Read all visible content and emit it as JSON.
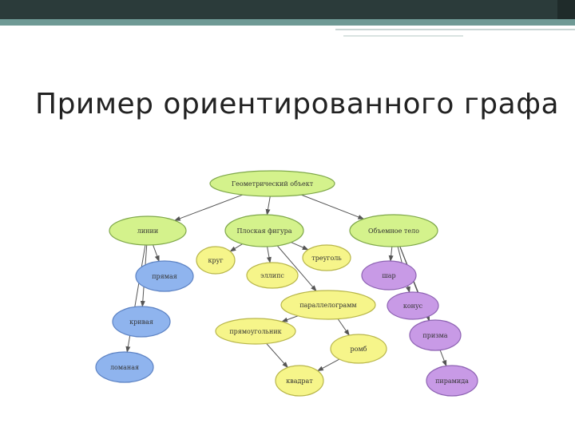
{
  "slide": {
    "title": "Пример ориентированного графа"
  },
  "colors": {
    "green": "#d4f28c",
    "yellow": "#f6f58a",
    "blue": "#8fb4ee",
    "purple": "#c89ae6",
    "stroke_green": "#7fa84a",
    "stroke_yellow": "#b8b64a",
    "stroke_blue": "#5d83c4",
    "stroke_purple": "#8e63b3",
    "arrow": "#555555"
  },
  "graph": {
    "nodes": [
      {
        "id": "geom",
        "label": "Геометрический объект",
        "color": "green"
      },
      {
        "id": "line",
        "label": "линии",
        "color": "green"
      },
      {
        "id": "flat",
        "label": "Плоская фигура",
        "color": "green"
      },
      {
        "id": "volume",
        "label": "Объемное тело",
        "color": "green"
      },
      {
        "id": "straight",
        "label": "прямая",
        "color": "blue"
      },
      {
        "id": "curve",
        "label": "кривая",
        "color": "blue"
      },
      {
        "id": "broken",
        "label": "ломаная",
        "color": "blue"
      },
      {
        "id": "circle",
        "label": "круг",
        "color": "yellow"
      },
      {
        "id": "ellipse",
        "label": "эллипс",
        "color": "yellow"
      },
      {
        "id": "triangle",
        "label": "треуголь",
        "color": "yellow"
      },
      {
        "id": "parallelogram",
        "label": "параллелограмм",
        "color": "yellow"
      },
      {
        "id": "rectangle",
        "label": "прямоугольник",
        "color": "yellow"
      },
      {
        "id": "rhombus",
        "label": "ромб",
        "color": "yellow"
      },
      {
        "id": "square",
        "label": "квадрат",
        "color": "yellow"
      },
      {
        "id": "sphere",
        "label": "шар",
        "color": "purple"
      },
      {
        "id": "cone",
        "label": "конус",
        "color": "purple"
      },
      {
        "id": "prism",
        "label": "призма",
        "color": "purple"
      },
      {
        "id": "pyramid",
        "label": "пирамида",
        "color": "purple"
      }
    ],
    "edges": [
      [
        "geom",
        "line"
      ],
      [
        "geom",
        "flat"
      ],
      [
        "geom",
        "volume"
      ],
      [
        "line",
        "straight"
      ],
      [
        "line",
        "curve"
      ],
      [
        "line",
        "broken"
      ],
      [
        "flat",
        "circle"
      ],
      [
        "flat",
        "ellipse"
      ],
      [
        "flat",
        "triangle"
      ],
      [
        "flat",
        "parallelogram"
      ],
      [
        "parallelogram",
        "rectangle"
      ],
      [
        "parallelogram",
        "rhombus"
      ],
      [
        "rectangle",
        "square"
      ],
      [
        "rhombus",
        "square"
      ],
      [
        "volume",
        "sphere"
      ],
      [
        "volume",
        "cone"
      ],
      [
        "volume",
        "prism"
      ],
      [
        "volume",
        "pyramid"
      ]
    ]
  }
}
